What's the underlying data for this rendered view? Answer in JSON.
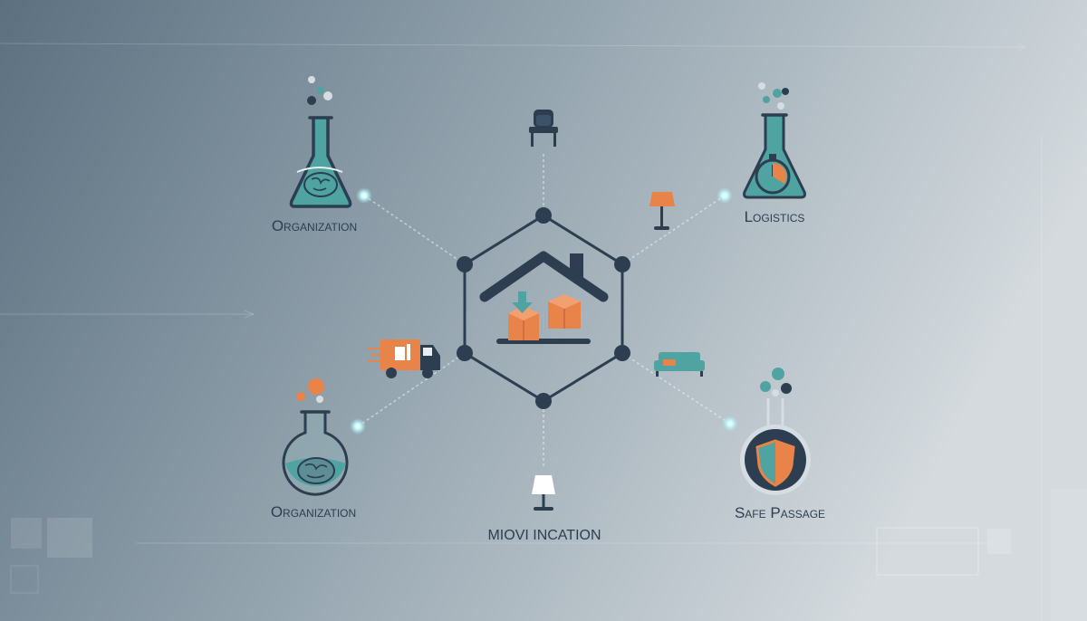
{
  "diagram": {
    "nodes": {
      "top_left": {
        "label": "Organization",
        "icon": "flask-brain-icon"
      },
      "top_right": {
        "label": "Logistics",
        "icon": "flask-stopwatch-icon"
      },
      "bottom_left": {
        "label": "Organization",
        "icon": "round-flask-brain-icon"
      },
      "bottom_right": {
        "label": "Safe Passage",
        "icon": "shield-flask-icon"
      },
      "bottom_center": {
        "label": "MIOVI INCATION",
        "icon": "lamp-icon"
      }
    },
    "hub_icon": "house-with-boxes-icon",
    "satellite_icons": [
      "chair-icon",
      "lamp-icon",
      "truck-icon",
      "sofa-icon"
    ]
  },
  "colors": {
    "background_start": "#5f7382",
    "background_end": "#d2d9de",
    "dark": "#2c3e50",
    "teal": "#4fa3a0",
    "orange": "#e8834a",
    "glow": "#d9fbff"
  }
}
